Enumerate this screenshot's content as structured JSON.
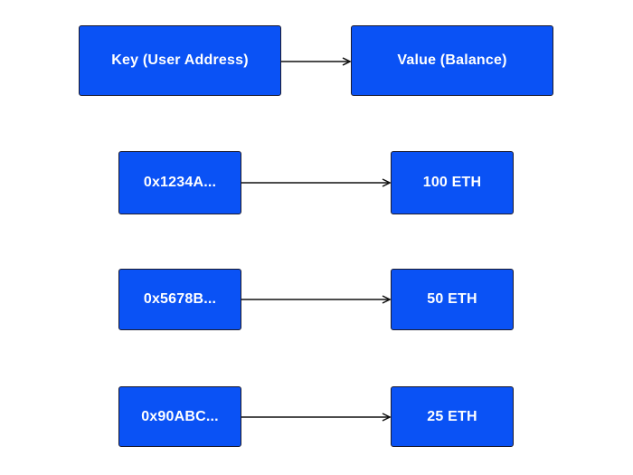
{
  "diagram": {
    "header": {
      "key_label": "Key (User Address)",
      "value_label": "Value (Balance)"
    },
    "entries": [
      {
        "key": "0x1234A...",
        "value": "100 ETH"
      },
      {
        "key": "0x5678B...",
        "value": "50 ETH"
      },
      {
        "key": "0x90ABC...",
        "value": "25 ETH"
      }
    ],
    "colors": {
      "node_fill": "#0a52f5",
      "node_border": "#1a1a2e",
      "node_text": "#ffffff",
      "edge": "#111111"
    }
  }
}
